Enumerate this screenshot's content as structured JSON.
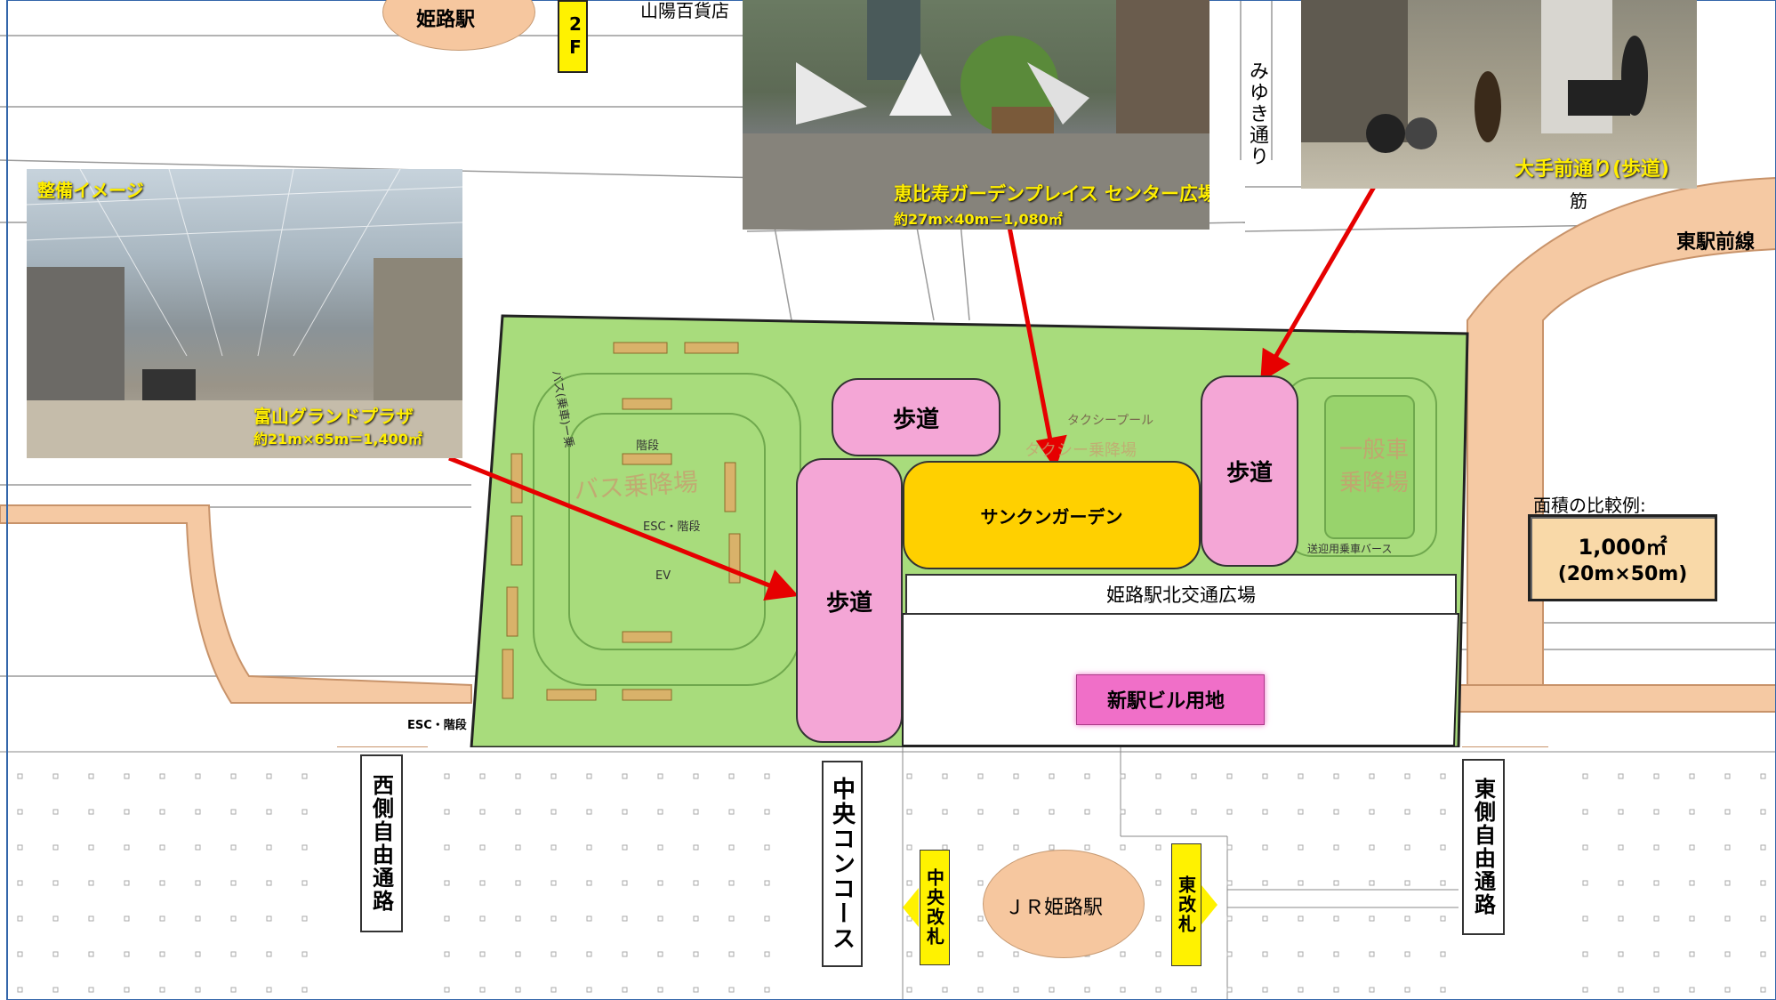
{
  "map": {
    "station_top_label": "姫路駅",
    "floor_marker": "2F",
    "sanyo_dept_label": "山陽百貨店",
    "miyuki_street": "みゆき通り",
    "higashi_ekimae": "東駅前線",
    "suji_label": "筋",
    "comparison_title": "面積の比較例:",
    "comparison_area": "1,000㎡",
    "comparison_dims": "(20m×50m)",
    "plaza_label": "姫路駅北交通広場",
    "new_building_label": "新駅ビル用地",
    "sunken_garden": "サンクンガーデン",
    "sidewalk_labels": [
      "歩道",
      "歩道",
      "歩道"
    ],
    "bus_area_label": "バス乗降場",
    "general_car_label": "一般車乗降場",
    "taxi_label": "タクシー乗降場",
    "taxi_pool_label": "タクシープール",
    "esc_label": "ESC・階段",
    "esc_label_2": "ESC・階段",
    "stairs_label": "階段",
    "ev_label": "EV",
    "bus_ring_label": "バス(乗車)ー乗",
    "west_passage": "西側自由通路",
    "central_concourse": "中央コンコース",
    "central_gate": "中央改札",
    "east_gate": "東改札",
    "jr_station": "ＪＲ姫路駅",
    "east_passage": "東側自由通路",
    "pickup_bus_label": "送迎用乗車バース"
  },
  "photos": {
    "toyama": {
      "tag": "整備イメージ",
      "name": "富山グランドプラザ",
      "size": "約21m×65m＝1,400㎡"
    },
    "ebisu": {
      "name": "恵比寿ガーデンプレイス センター広場",
      "size": "約27m×40m＝1,080㎡"
    },
    "otemae": {
      "name": "大手前通り(歩道)"
    }
  },
  "colors": {
    "green_area": "#a8dc7c",
    "pink_sidewalk": "#f4a6d6",
    "sunken_yellow": "#ffd000",
    "arrow_red": "#e60000",
    "road_tan": "#f5c9a3",
    "station_oval": "#f6c79f",
    "sign_yellow": "#fff200",
    "comparison_fill": "#f9d9a8"
  }
}
